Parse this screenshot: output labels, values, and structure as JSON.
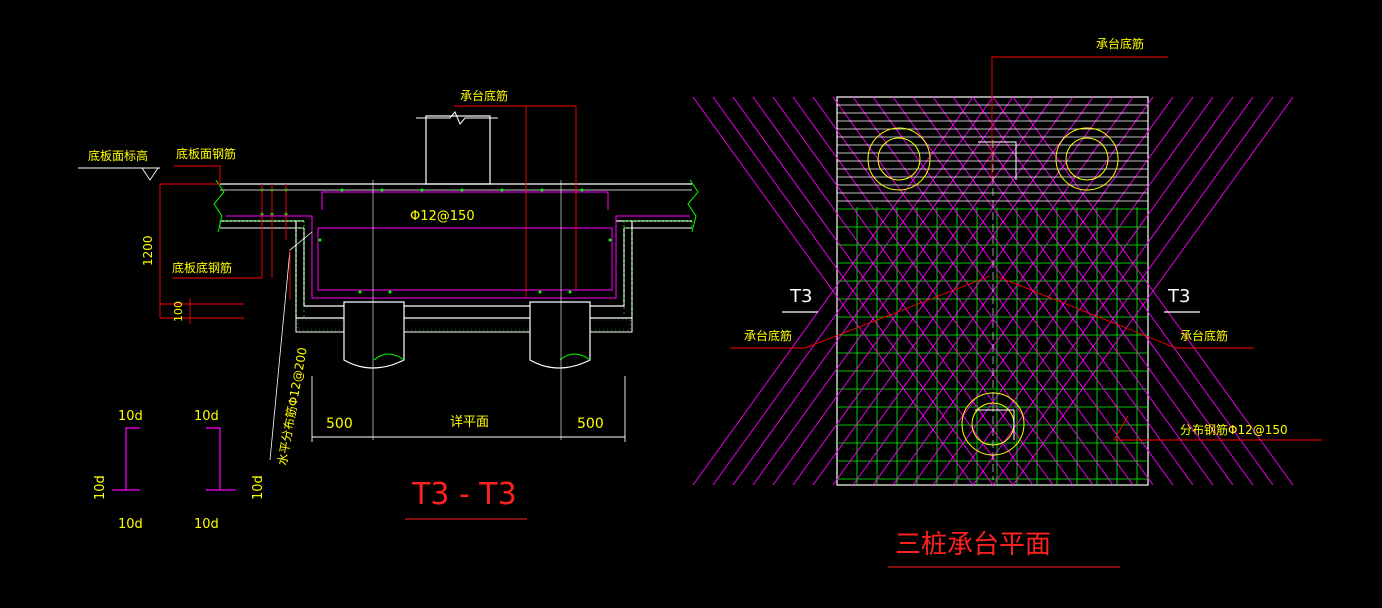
{
  "colors": {
    "background": "#000000",
    "outline": "#ffffff",
    "label": "#ffff00",
    "leader": "#ff0000",
    "magenta": "#ff00ff",
    "green": "#00ff00",
    "title_red": "#ff2020"
  },
  "section": {
    "label_top_rebar": "承台底筋",
    "label_slab_elev": "底板面标高",
    "label_slab_top_rebar": "底板面钢筋",
    "label_slab_bottom_rebar": "底板底钢筋",
    "label_rebar_spacing": "Φ12@150",
    "dim_height": "1200",
    "dim_small": "100",
    "label_horizontal_rebar": "水平分布筋Φ12@200",
    "dim_left": "500",
    "dim_mid": "详平面",
    "dim_right": "500",
    "title": "T3 - T3"
  },
  "hook_detail": {
    "tl": "10d",
    "tr": "10d",
    "bl": "10d",
    "br": "10d",
    "left": "10d",
    "right": "10d"
  },
  "plan": {
    "label_top": "承台底筋",
    "label_left": "承台底筋",
    "label_right": "承台底筋",
    "section_left": "T3",
    "section_right": "T3",
    "label_distribution": "分布钢筋Φ12@150",
    "title": "三桩承台平面"
  }
}
